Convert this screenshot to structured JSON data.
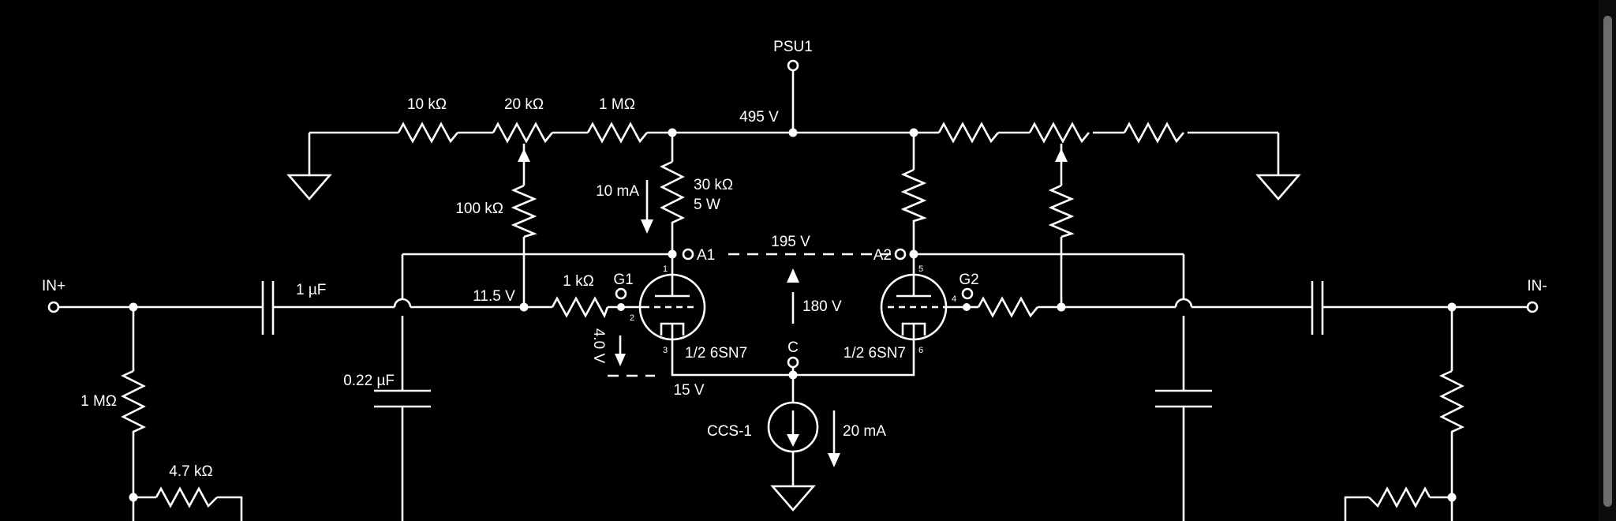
{
  "colors": {
    "background": "#000000",
    "wire": "#ffffff",
    "scroll_thumb": "#6c6c6c"
  },
  "labels": {
    "psu": "PSU1",
    "v_supply": "495 V",
    "r_10k": "10 kΩ",
    "r_20k": "20 kΩ",
    "r_1m_top": "1 MΩ",
    "r_100k": "100 kΩ",
    "i_10ma": "10 mA",
    "r_30k": "30 kΩ",
    "r_30k_power": "5 W",
    "a1": "A1",
    "a2": "A2",
    "v_195": "195 V",
    "v_180": "180 V",
    "g1": "G1",
    "g2": "G2",
    "r_1k": "1 kΩ",
    "v_11_5": "11.5 V",
    "v_4": "4.0 V",
    "v_15": "15 V",
    "c_label": "C",
    "tube_left": "1/2 6SN7",
    "tube_right": "1/2 6SN7",
    "ccs": "CCS-1",
    "i_20ma": "20 mA",
    "in_plus": "IN+",
    "in_minus": "IN-",
    "c_1uf": "1 µF",
    "c_022uf": "0.22 µF",
    "r_1m_in": "1 MΩ",
    "r_4k7": "4.7 kΩ",
    "pins": {
      "p1": "1",
      "p2": "2",
      "p3": "3",
      "p4": "4",
      "p5": "5",
      "p6": "6"
    }
  }
}
